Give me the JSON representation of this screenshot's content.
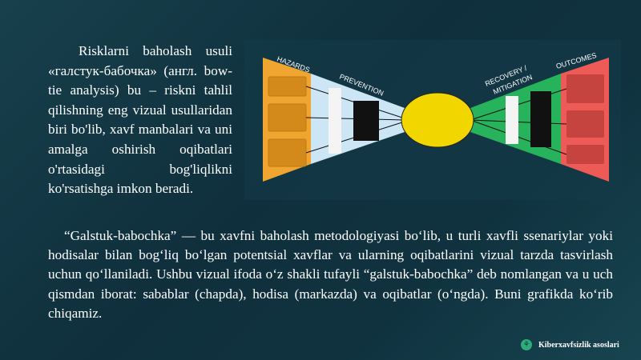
{
  "intro_paragraph": "Risklarni baholash usuli «галстук-бабочка» (англ. bow-tie analysis) bu – riskni tahlil qilishning eng vizual usullaridan biri bo'lib, xavf manbalari va uni amalga oshirish oqibatlari o'rtasidagi bog'liqlikni ko'rsatishga imkon beradi.",
  "main_paragraph": "“Galstuk-babochka” — bu xavfni baholash metodologiyasi bo‘lib, u turli xavfli ssenariylar yoki hodisalar bilan bog‘liq bo‘lgan potentsial xavflar va ularning oqibatlarini vizual tarzda tasvirlash uchun qo‘llaniladi. Ushbu vizual ifoda o‘z shakli tufayli “galstuk-babochka” deb nomlangan va u uch qismdan iborat: sabablar (chapda), hodisa (markazda) va oqibatlar (o‘ngda). Buni grafikda ko‘rib chiqamiz.",
  "diagram": {
    "hazards_label": "HAZARDS",
    "prevention_label": "PREVENTION",
    "recovery_label": "RECOVERY /",
    "mitigation_label": "MITIGATION",
    "outcomes_label": "OUTCOMES",
    "colors": {
      "hazards": "#f0a530",
      "prevention": "#cde6f5",
      "event": "#f2d600",
      "recovery": "#27b25c",
      "outcomes": "#ee5a55"
    }
  },
  "footer": {
    "title": "Kiberxavfsizlik asoslari",
    "logo_icon": "leaf-logo-icon"
  }
}
